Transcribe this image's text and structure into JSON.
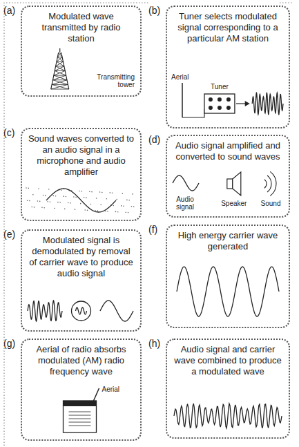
{
  "diagram": {
    "nodes": [
      {
        "text": [
          "(a)",
          "Modulated wave transmitted by radio station",
          "Transmitting tower"
        ]
      },
      {
        "text": [
          "(b)",
          "Tuner selects modulated signal corresponding to a particular AM station",
          "Aerial",
          "Tuner"
        ]
      },
      {
        "text": [
          "(c)",
          "Sound waves converted to an audio signal in a microphone and audio amplifier"
        ]
      },
      {
        "text": [
          "(d)",
          "Audio signal amplified and converted to sound waves",
          "Audio signal",
          "Speaker",
          "Sound"
        ]
      },
      {
        "text": [
          "(e)",
          "Modulated signal is demodulated by removal of carrier wave to produce audio signal"
        ]
      },
      {
        "text": [
          "(f)",
          "High energy carrier wave generated"
        ]
      },
      {
        "text": [
          "(g)",
          "Aerial of radio absorbs modulated (AM) radio frequency wave",
          "Aerial"
        ]
      },
      {
        "text": [
          "(h)",
          "Audio signal and carrier wave combined to produce a modulated wave"
        ]
      }
    ]
  }
}
